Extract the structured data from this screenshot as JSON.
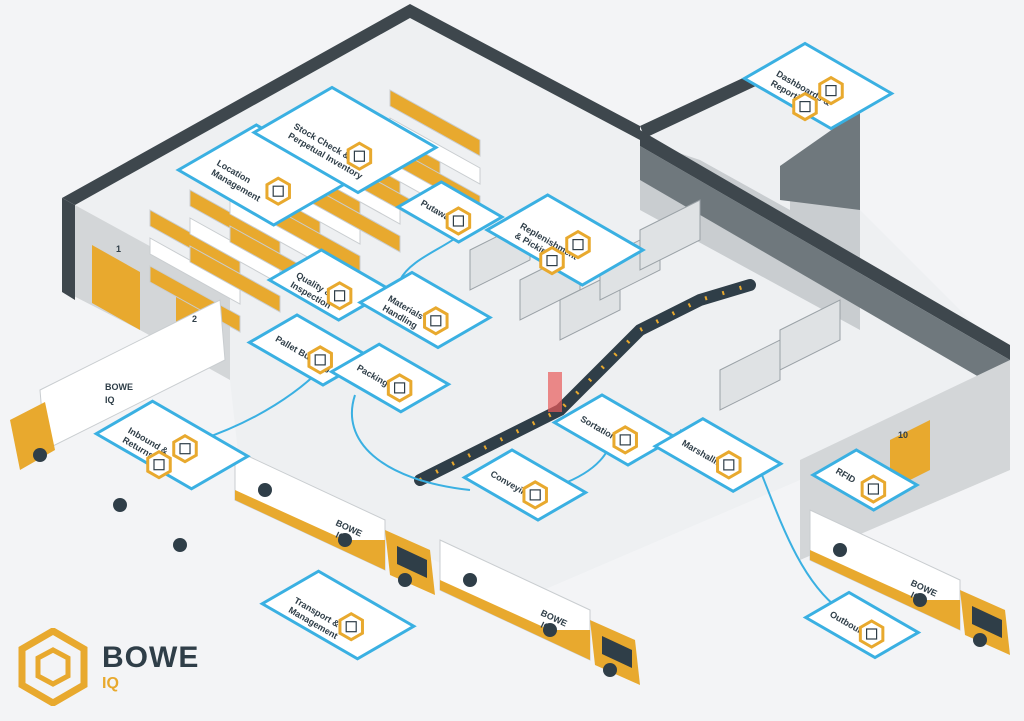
{
  "colors": {
    "accent": "#e8a92e",
    "line": "#3ab0e2",
    "wall": "#5f686e",
    "dark": "#2f3e48",
    "floor": "#eef0f2"
  },
  "docks": {
    "d1": "1",
    "d2": "2",
    "d10": "10"
  },
  "truck_brand": {
    "name": "BOWE",
    "sub": "IQ"
  },
  "logo": {
    "name": "BOWE",
    "sub": "IQ"
  },
  "modules": [
    {
      "id": "dashboards",
      "lines": [
        "Dashboards &",
        "Reporting"
      ],
      "icons": [
        "monitor-chart-icon",
        "bar-chart-icon"
      ]
    },
    {
      "id": "location-management",
      "lines": [
        "Location",
        "Management"
      ],
      "icons": [
        "grid-location-icon"
      ]
    },
    {
      "id": "stock-check",
      "lines": [
        "Stock Check &",
        "Perpetual Inventory"
      ],
      "icons": [
        "boxes-icon"
      ]
    },
    {
      "id": "putaway",
      "lines": [
        "Putaway"
      ],
      "icons": [
        "shelf-icon"
      ]
    },
    {
      "id": "replenishment",
      "lines": [
        "Replenishment",
        "& Picking"
      ],
      "icons": [
        "box-icon",
        "boxes-icon"
      ]
    },
    {
      "id": "quality",
      "lines": [
        "Quality &",
        "Inspection"
      ],
      "icons": [
        "check-icon"
      ]
    },
    {
      "id": "materials-handling",
      "lines": [
        "Materials",
        "Handling"
      ],
      "icons": [
        "forklift-icon"
      ]
    },
    {
      "id": "pallet-building",
      "lines": [
        "Pallet Building"
      ],
      "icons": [
        "pallet-icon"
      ]
    },
    {
      "id": "packing",
      "lines": [
        "Packing"
      ],
      "icons": [
        "package-icon"
      ]
    },
    {
      "id": "inbound",
      "lines": [
        "Inbound &",
        "Returns"
      ],
      "icons": [
        "inbound-arrow-icon",
        "box-icon"
      ]
    },
    {
      "id": "sortation",
      "lines": [
        "Sortation"
      ],
      "icons": [
        "sort-icon"
      ]
    },
    {
      "id": "marshalling",
      "lines": [
        "Marshalling"
      ],
      "icons": [
        "pallets-icon"
      ]
    },
    {
      "id": "conveying",
      "lines": [
        "Conveying"
      ],
      "icons": [
        "conveyor-icon"
      ]
    },
    {
      "id": "rfid",
      "lines": [
        "RFID"
      ],
      "icons": [
        "rfid-icon"
      ]
    },
    {
      "id": "transport",
      "lines": [
        "Transport & Yard",
        "Management"
      ],
      "icons": [
        "truck-icon"
      ]
    },
    {
      "id": "outbound",
      "lines": [
        "Outbound"
      ],
      "icons": [
        "outbound-arrow-icon"
      ]
    }
  ]
}
